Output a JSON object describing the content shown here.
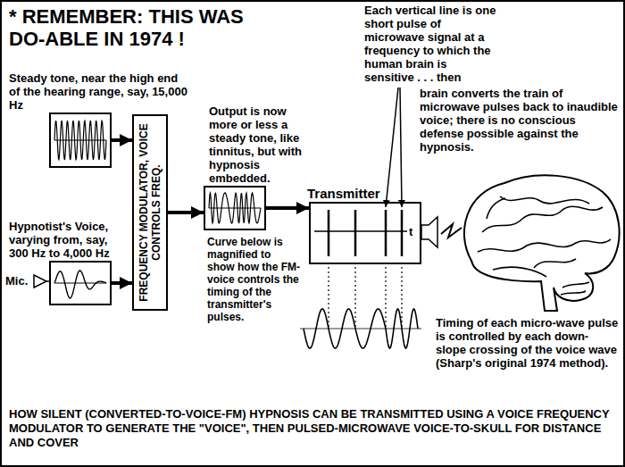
{
  "diagram": {
    "title": "* REMEMBER: THIS WAS DO-ABLE IN 1974 !",
    "caption": "HOW SILENT (CONVERTED-TO-VOICE-FM) HYPNOSIS CAN BE TRANSMITTED USING A VOICE FREQUENCY MODULATOR TO GENERATE THE \"VOICE\", THEN PULSED-MICROWAVE VOICE-TO-SKULL FOR DISTANCE AND COVER",
    "nodes": [
      {
        "text": [
          "Steady tone, near the high end of the hearing range, say, 15,000 Hz"
        ]
      },
      {
        "text": [
          "Hypnotist's Voice, varying from, say, 300 Hz to 4,000 Hz"
        ]
      },
      {
        "text": [
          "FREQUENCY MODULATOR, VOICE CONTROLS FREQ."
        ]
      },
      {
        "text": [
          "Output is now more or less a steady tone, like tinnitus, but with hypnosis embedded."
        ]
      },
      {
        "text": [
          "Transmitter"
        ]
      }
    ],
    "edges": [
      {
        "from": 0,
        "to": 2,
        "arrow": "to"
      },
      {
        "from": 1,
        "to": 2,
        "arrow": "to"
      },
      {
        "from": 2,
        "to": 3,
        "arrow": "to"
      },
      {
        "from": 3,
        "to": 4,
        "arrow": "to"
      }
    ],
    "labels": [
      "Each vertical line is one short pulse of microwave signal at a frequency to which the human brain is sensitive . . . then",
      "brain converts the train of microwave pulses back to inaudible voice; there is no conscious defense possible against the hypnosis.",
      "Mic.",
      "Curve below is magnified to show how the FM-voice controls the timing of the transmitter's pulses.",
      "t",
      "Timing of each micro-wave pulse is controlled by each down-slope crossing of the voice wave (Sharp's original 1974 method)."
    ]
  }
}
